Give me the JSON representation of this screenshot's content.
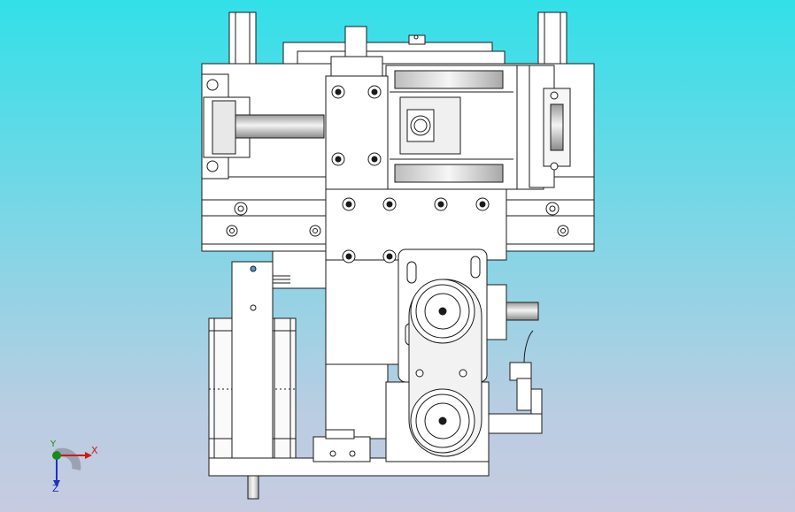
{
  "viewport": {
    "background_top": "#32e0e8",
    "background_bottom": "#c6cbe0",
    "line_color": "#1a1a1a",
    "part_fill": "#ffffff",
    "shade_fill": "#c9c9c9"
  },
  "triad": {
    "x_label": "X",
    "y_label": "Y",
    "z_label": "Z",
    "x_color": "#d01818",
    "y_color": "#1a8a1a",
    "z_color": "#2030c0"
  }
}
